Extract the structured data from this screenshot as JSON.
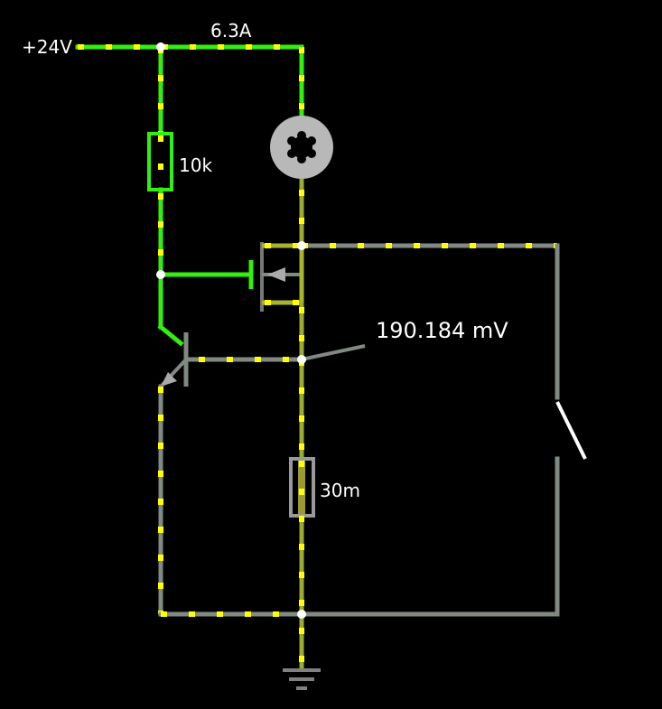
{
  "supply_label": "+24V",
  "current_label": "6.3A",
  "resistor_top_label": "10k",
  "probe_label": "190.184 mV",
  "shunt_label": "30m",
  "colors": {
    "background": "#000000",
    "wire_high": "#33ee11",
    "wire_low": "#808a80",
    "current_dots": "#ffff00",
    "text": "#ffffff"
  }
}
